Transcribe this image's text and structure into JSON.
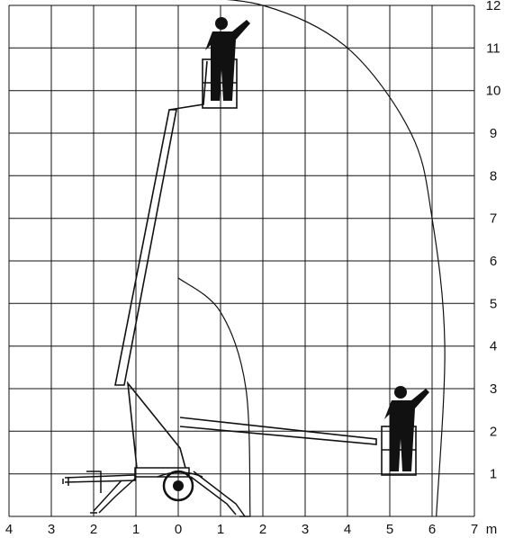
{
  "chart_data": {
    "type": "diagram",
    "x_ticks": [
      "4",
      "3",
      "2",
      "1",
      "0",
      "1",
      "2",
      "3",
      "4",
      "5",
      "6",
      "7"
    ],
    "x_unit": "m",
    "y_ticks": [
      "1",
      "2",
      "3",
      "4",
      "5",
      "6",
      "7",
      "8",
      "9",
      "10",
      "11",
      "12"
    ],
    "grid": true,
    "reach_envelope": [
      [
        -0.2,
        12.2
      ],
      [
        2.0,
        12.0
      ],
      [
        4.0,
        11.0
      ],
      [
        5.5,
        9.0
      ],
      [
        6.0,
        7.0
      ],
      [
        6.3,
        4.0
      ],
      [
        6.1,
        0.0
      ]
    ],
    "inner_envelope": [
      [
        0,
        5.6
      ],
      [
        1.0,
        4.8
      ],
      [
        1.6,
        3.0
      ],
      [
        1.7,
        0
      ]
    ],
    "stroke_color": "#111111"
  }
}
